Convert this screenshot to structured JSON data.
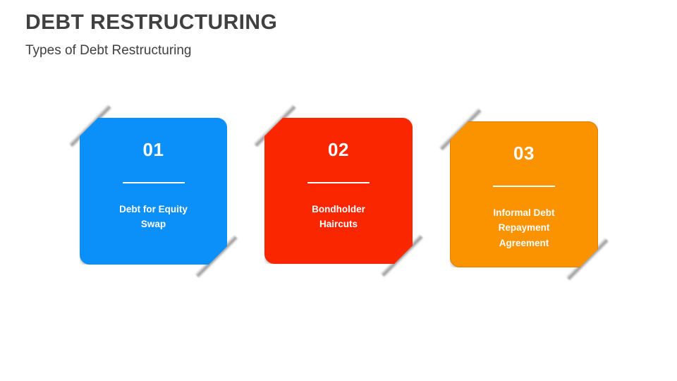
{
  "slide": {
    "title": "DEBT RESTRUCTURING",
    "subtitle": "Types of Debt Restructuring",
    "title_color": "#404040",
    "background_color": "#ffffff"
  },
  "cards": [
    {
      "number": "01",
      "label": "Debt for Equity\nSwap",
      "color": "#0B8FF9",
      "border_color": "#0B8FF9"
    },
    {
      "number": "02",
      "label": "Bondholder\nHaircuts",
      "color": "#FA2600",
      "border_color": "#E62200"
    },
    {
      "number": "03",
      "label": "Informal Debt\nRepayment\nAgreement",
      "color": "#FB9200",
      "border_color": "#E07F00"
    }
  ]
}
